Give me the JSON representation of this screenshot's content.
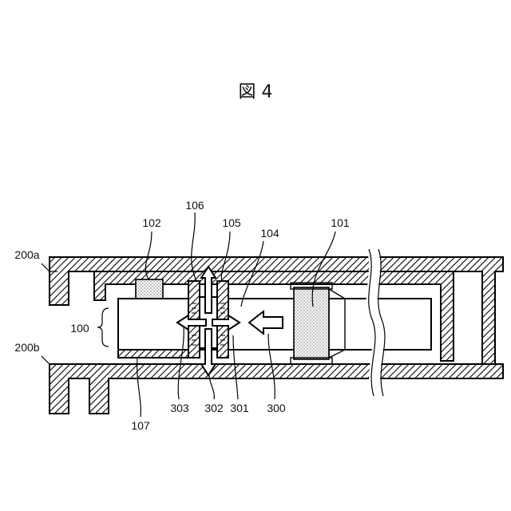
{
  "figure": {
    "title": "図 4",
    "labels": {
      "l106": "106",
      "l102": "102",
      "l105": "105",
      "l104": "104",
      "l101": "101",
      "l200a": "200a",
      "l100": "100",
      "l200b": "200b",
      "l303": "303",
      "l302": "302",
      "l301": "301",
      "l300": "300",
      "l107": "107"
    }
  }
}
